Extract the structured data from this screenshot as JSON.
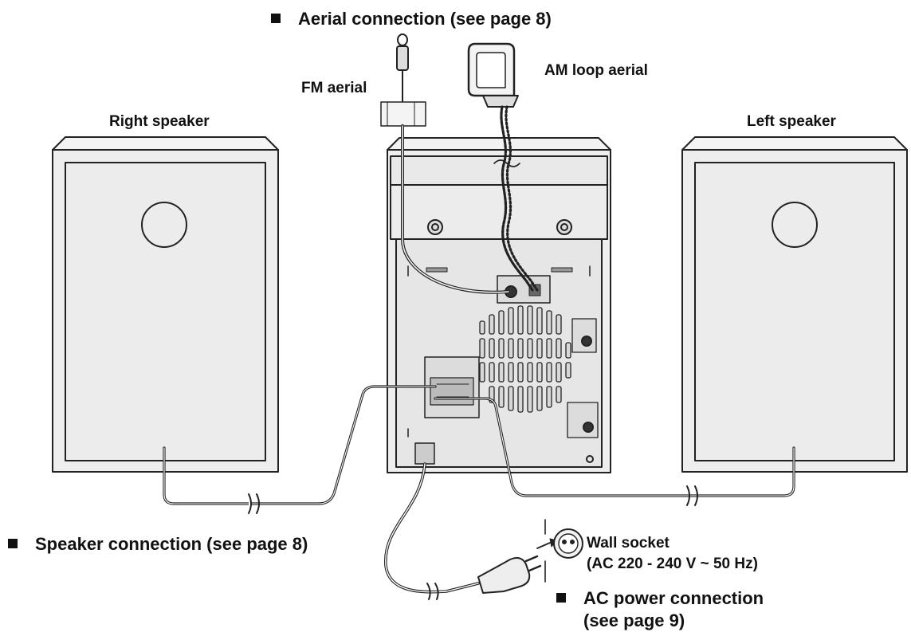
{
  "labels": {
    "aerial_connection": "Aerial connection (see page 8)",
    "am_loop_aerial": "AM loop aerial",
    "fm_aerial": "FM aerial",
    "right_speaker": "Right speaker",
    "left_speaker": "Left speaker",
    "speaker_connection": "Speaker connection (see page 8)",
    "wall_socket": "Wall socket",
    "wall_socket_spec": "(AC 220 - 240 V ~ 50 Hz)",
    "ac_power_connection": "AC power connection",
    "ac_power_page": "(see page 9)"
  },
  "colors": {
    "line": "#222222",
    "panel_fill": "#e6e6e6",
    "speaker_fill": "#eeeeee",
    "background": "#ffffff"
  },
  "icons": [
    "bullet-square-icon"
  ]
}
